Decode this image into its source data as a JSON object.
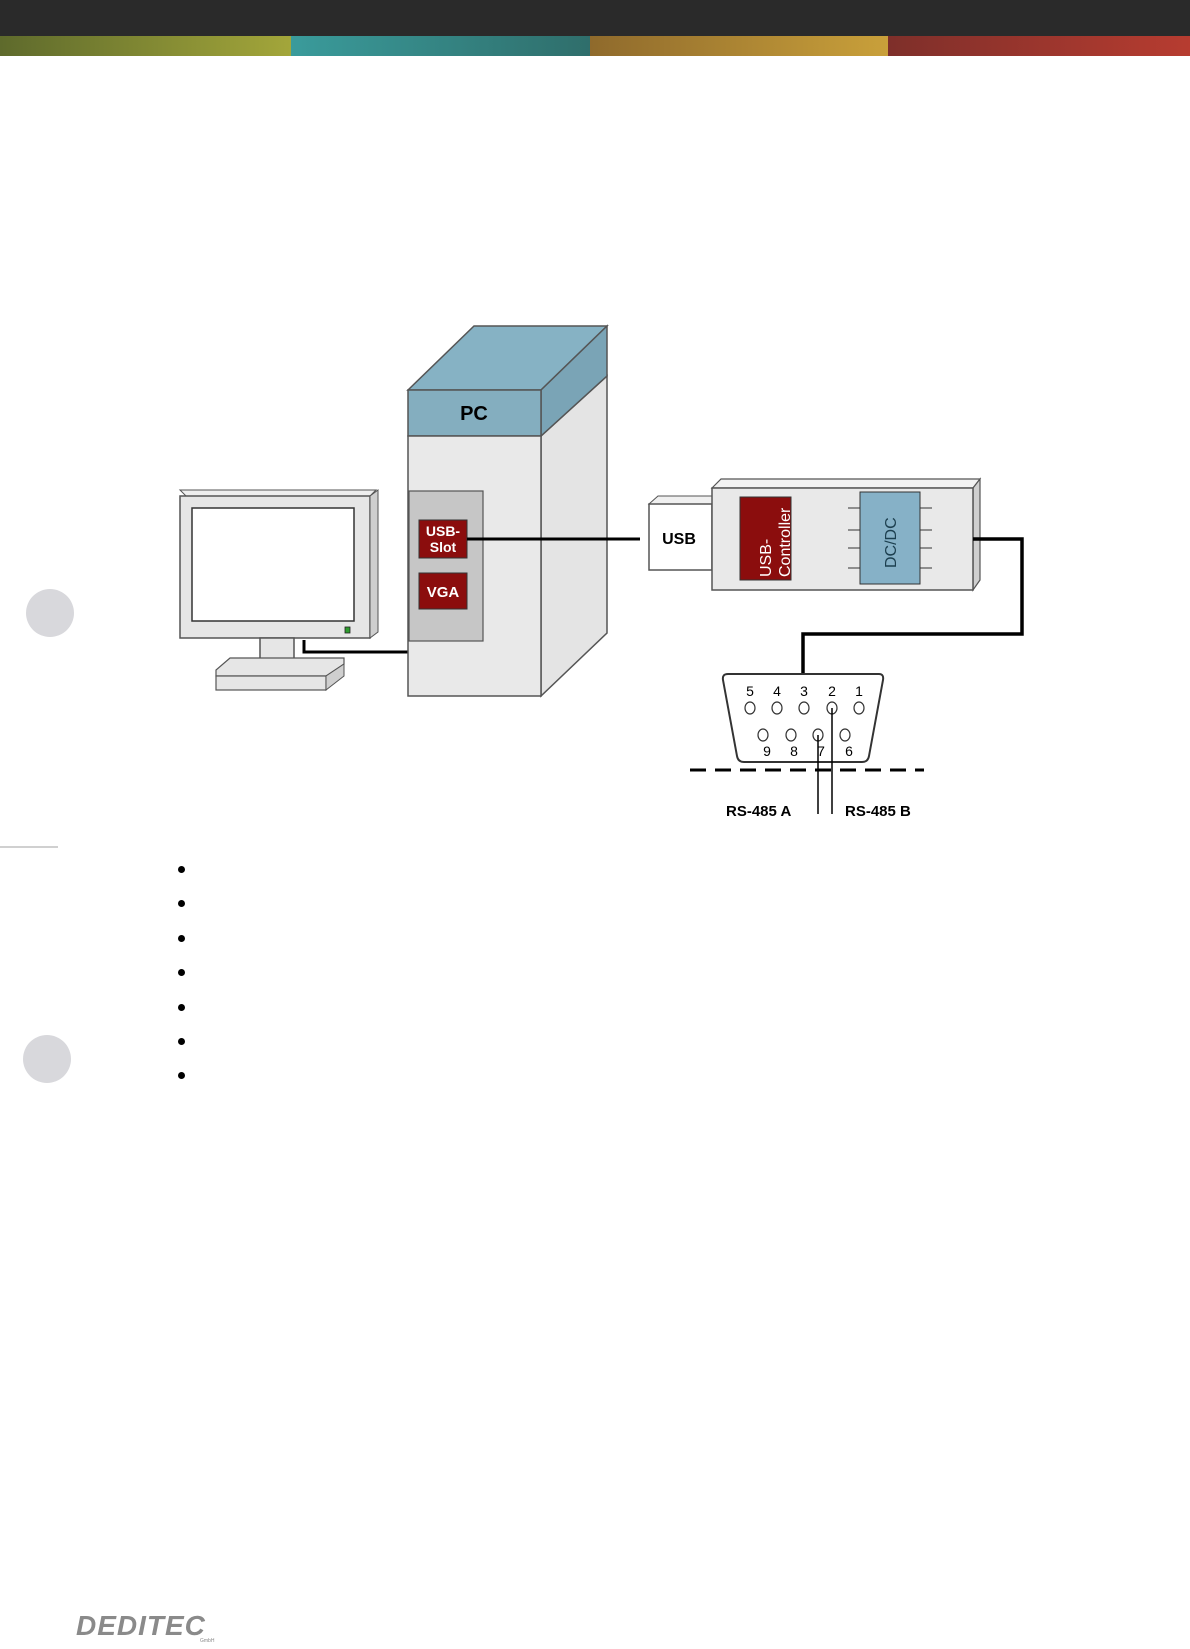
{
  "diagram": {
    "pc_label": "PC",
    "usb_slot_label_1": "USB-",
    "usb_slot_label_2": "Slot",
    "vga_label": "VGA",
    "usb_plug_label": "USB",
    "usb_controller_label_1": "USB-",
    "usb_controller_label_2": "Controller",
    "dcdc_label": "DC/DC",
    "pins_top": [
      "5",
      "4",
      "3",
      "2",
      "1"
    ],
    "pins_bottom": [
      "9",
      "8",
      "7",
      "6"
    ],
    "rs485_a_label": "RS-485 A",
    "rs485_b_label": "RS-485 B"
  },
  "bullets": [
    "",
    "",
    "",
    "",
    "",
    "",
    ""
  ],
  "footer": {
    "logo": "DEDITEC",
    "logo_sub": "GmbH"
  },
  "colors": {
    "pc_top": "#84aebf",
    "red_box": "#8b0d0d",
    "dcdc_box": "#86b1c7"
  }
}
